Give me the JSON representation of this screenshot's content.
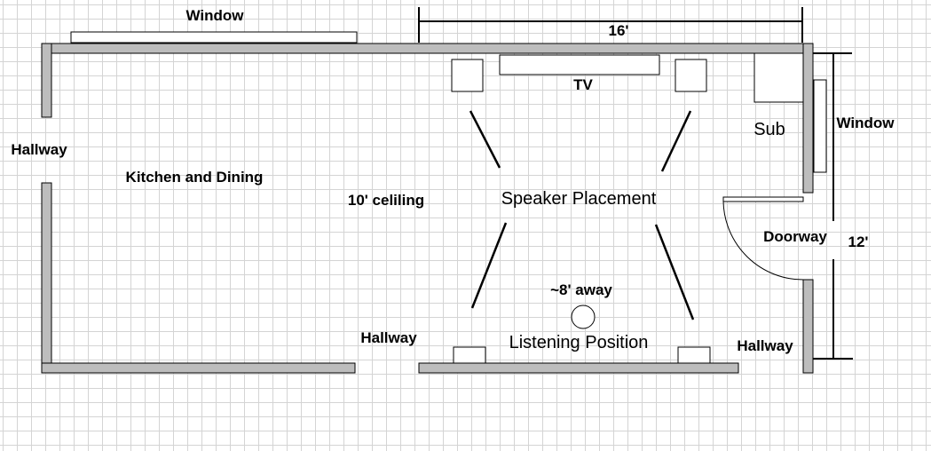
{
  "labels": {
    "window_top": "Window",
    "dimension_width": "16'",
    "tv": "TV",
    "sub": "Sub",
    "window_right": "Window",
    "hallway_left": "Hallway",
    "kitchen_dining": "Kitchen and Dining",
    "ceiling": "10' celiling",
    "speaker_placement": "Speaker Placement",
    "doorway": "Doorway",
    "dimension_depth": "12'",
    "distance": "~8' away",
    "hallway_bottom_middle": "Hallway",
    "listening_position": "Listening Position",
    "hallway_bottom_right": "Hallway"
  },
  "colors": {
    "wall_fill": "#bdbdbd",
    "line": "#000000",
    "grid": "#d4d4d4"
  }
}
